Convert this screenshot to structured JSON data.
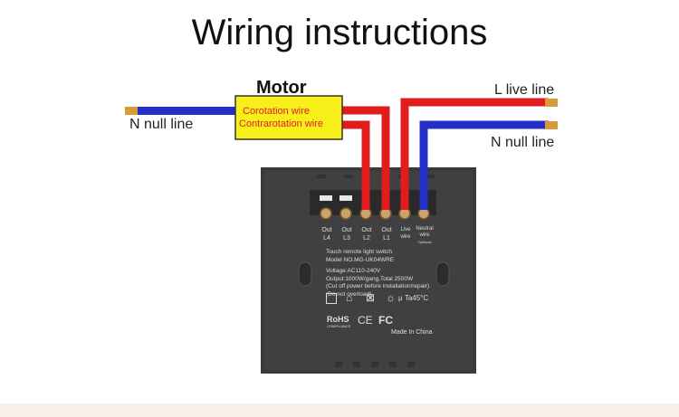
{
  "title": "Wiring instructions",
  "motor": {
    "label": "Motor",
    "corotation": "Corotation wire",
    "contrarotation": "Contrarotation wire"
  },
  "labels": {
    "n_null_left": "N null line",
    "l_live": "L live line",
    "n_null_right": "N null line"
  },
  "terminals": [
    {
      "top": "Out",
      "bottom": "L4"
    },
    {
      "top": "Out",
      "bottom": "L3"
    },
    {
      "top": "Out",
      "bottom": "L2"
    },
    {
      "top": "Out",
      "bottom": "L1"
    },
    {
      "top": "Live",
      "bottom": "wire"
    },
    {
      "top": "Neutral",
      "bottom": "wire",
      "note": "Optional"
    }
  ],
  "device_text": {
    "line1": "Touch remote light switch",
    "line2": "Model NO.MG-UK04WRE",
    "voltage": "Voltage:AC110-240V",
    "output": "Output:1000W/gang,Total 2500W",
    "warn1": "(Cut off power before installation/repair)",
    "warn2": "(Do not overload)",
    "temp": "μ Ta45°C",
    "rohs": "RoHS",
    "rohs_sub": "COMPLIANCE",
    "ce": "CE",
    "fc": "FC",
    "made": "Made In China"
  },
  "colors": {
    "red_wire": "#e01c1c",
    "blue_wire": "#2330c8",
    "motor_fill": "#f7ef1a",
    "motor_text": "#e02020",
    "device": "#3b3b3d"
  }
}
